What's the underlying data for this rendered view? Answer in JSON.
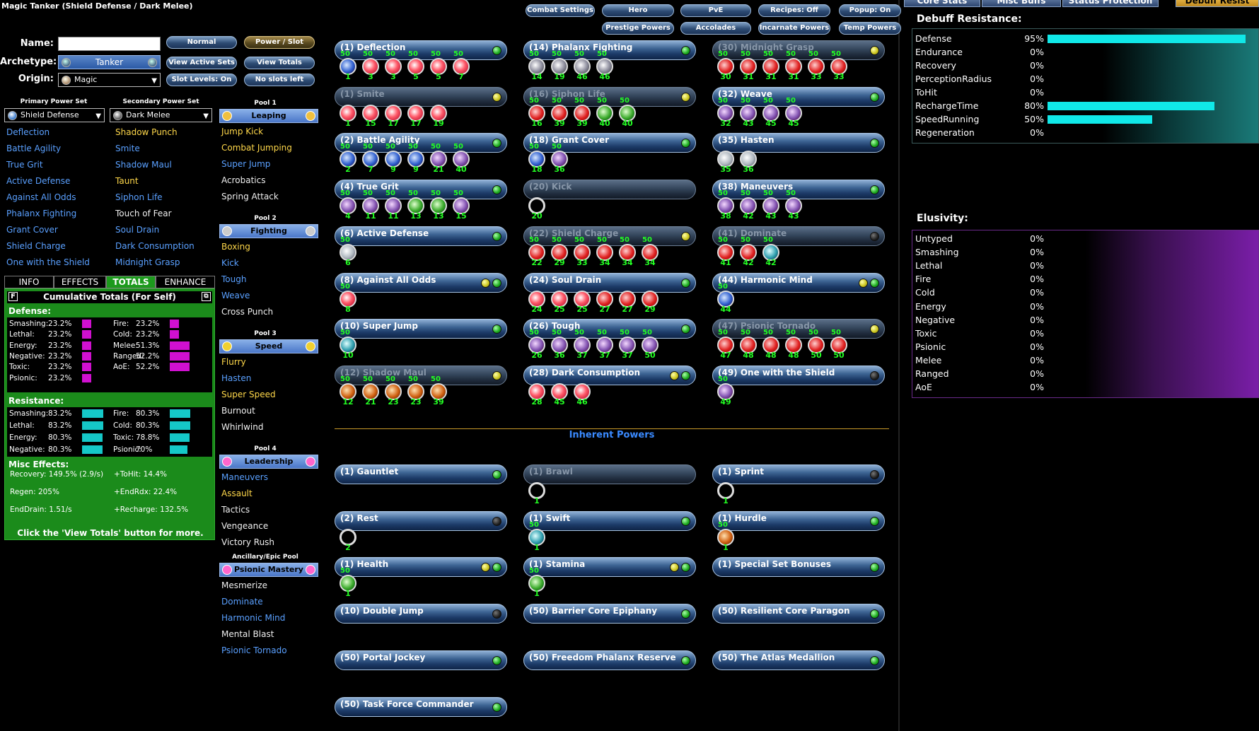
{
  "title": "Magic Tanker (Shield Defense / Dark Melee)",
  "top_buttons": [
    "Combat Settings",
    "Hero",
    "PvE",
    "Recipes: Off",
    "Popup: On",
    "Prestige Powers",
    "Accolades",
    "Incarnate Powers",
    "Temp Powers"
  ],
  "form": {
    "name_label": "Name:",
    "archetype_label": "Archetype:",
    "origin_label": "Origin:",
    "name_value": "",
    "archetype_value": "Tanker",
    "origin_value": "Magic",
    "buttons": [
      "Normal",
      "Power / Slot",
      "View Active Sets",
      "View Totals",
      "Slot Levels: On",
      "No slots left"
    ]
  },
  "primary": {
    "header": "Primary Power Set",
    "selected": "Shield Defense",
    "powers": [
      {
        "name": "Deflection",
        "color": "blue"
      },
      {
        "name": "Battle Agility",
        "color": "blue"
      },
      {
        "name": "True Grit",
        "color": "blue"
      },
      {
        "name": "Active Defense",
        "color": "blue"
      },
      {
        "name": "Against All Odds",
        "color": "blue"
      },
      {
        "name": "Phalanx Fighting",
        "color": "blue"
      },
      {
        "name": "Grant Cover",
        "color": "blue"
      },
      {
        "name": "Shield Charge",
        "color": "blue"
      },
      {
        "name": "One with the Shield",
        "color": "blue"
      }
    ]
  },
  "secondary": {
    "header": "Secondary Power Set",
    "selected": "Dark Melee",
    "powers": [
      {
        "name": "Shadow Punch",
        "color": "yellow"
      },
      {
        "name": "Smite",
        "color": "blue"
      },
      {
        "name": "Shadow Maul",
        "color": "blue"
      },
      {
        "name": "Taunt",
        "color": "yellow"
      },
      {
        "name": "Siphon Life",
        "color": "blue"
      },
      {
        "name": "Touch of Fear",
        "color": "white"
      },
      {
        "name": "Soul Drain",
        "color": "blue"
      },
      {
        "name": "Dark Consumption",
        "color": "blue"
      },
      {
        "name": "Midnight Grasp",
        "color": "blue"
      }
    ]
  },
  "pools": [
    {
      "label": "Pool 1",
      "name": "Leaping",
      "powers": [
        {
          "name": "Jump Kick",
          "color": "yellow"
        },
        {
          "name": "Combat Jumping",
          "color": "yellow"
        },
        {
          "name": "Super Jump",
          "color": "blue"
        },
        {
          "name": "Acrobatics",
          "color": "white"
        },
        {
          "name": "Spring Attack",
          "color": "white"
        }
      ]
    },
    {
      "label": "Pool 2",
      "name": "Fighting",
      "powers": [
        {
          "name": "Boxing",
          "color": "yellow"
        },
        {
          "name": "Kick",
          "color": "blue"
        },
        {
          "name": "Tough",
          "color": "blue"
        },
        {
          "name": "Weave",
          "color": "blue"
        },
        {
          "name": "Cross Punch",
          "color": "white"
        }
      ]
    },
    {
      "label": "Pool 3",
      "name": "Speed",
      "powers": [
        {
          "name": "Flurry",
          "color": "yellow"
        },
        {
          "name": "Hasten",
          "color": "blue"
        },
        {
          "name": "Super Speed",
          "color": "yellow"
        },
        {
          "name": "Burnout",
          "color": "white"
        },
        {
          "name": "Whirlwind",
          "color": "white"
        }
      ]
    },
    {
      "label": "Pool 4",
      "name": "Leadership",
      "powers": [
        {
          "name": "Maneuvers",
          "color": "blue"
        },
        {
          "name": "Assault",
          "color": "yellow"
        },
        {
          "name": "Tactics",
          "color": "white"
        },
        {
          "name": "Vengeance",
          "color": "white"
        },
        {
          "name": "Victory Rush",
          "color": "white"
        }
      ]
    },
    {
      "label": "Ancillary/Epic Pool",
      "name": "Psionic Mastery",
      "powers": [
        {
          "name": "Mesmerize",
          "color": "white"
        },
        {
          "name": "Dominate",
          "color": "blue"
        },
        {
          "name": "Harmonic Mind",
          "color": "blue"
        },
        {
          "name": "Mental Blast",
          "color": "white"
        },
        {
          "name": "Psionic Tornado",
          "color": "blue"
        }
      ]
    }
  ],
  "tabs": [
    "INFO",
    "EFFECTS",
    "TOTALS",
    "ENHANCE"
  ],
  "totals": {
    "header": "Cumulative Totals (For Self)",
    "f_btn": "F",
    "defense_title": "Defense:",
    "defense": [
      {
        "k": "Smashing:",
        "v": "23.2%",
        "f": 0.232
      },
      {
        "k": "Fire:",
        "v": "23.2%",
        "f": 0.232
      },
      {
        "k": "Lethal:",
        "v": "23.2%",
        "f": 0.232
      },
      {
        "k": "Cold:",
        "v": "23.2%",
        "f": 0.232
      },
      {
        "k": "Energy:",
        "v": "23.2%",
        "f": 0.232
      },
      {
        "k": "Melee:",
        "v": "51.3%",
        "f": 0.513
      },
      {
        "k": "Negative:",
        "v": "23.2%",
        "f": 0.232
      },
      {
        "k": "Ranged:",
        "v": "52.2%",
        "f": 0.522
      },
      {
        "k": "Toxic:",
        "v": "23.2%",
        "f": 0.232
      },
      {
        "k": "AoE:",
        "v": "52.2%",
        "f": 0.522
      },
      {
        "k": "Psionic:",
        "v": "23.2%",
        "f": 0.232
      }
    ],
    "resistance_title": "Resistance:",
    "resistance": [
      {
        "k": "Smashing:",
        "v": "83.2%",
        "f": 0.832
      },
      {
        "k": "Fire:",
        "v": "80.3%",
        "f": 0.803
      },
      {
        "k": "Lethal:",
        "v": "83.2%",
        "f": 0.832
      },
      {
        "k": "Cold:",
        "v": "80.3%",
        "f": 0.803
      },
      {
        "k": "Energy:",
        "v": "80.3%",
        "f": 0.803
      },
      {
        "k": "Toxic:",
        "v": "78.8%",
        "f": 0.788
      },
      {
        "k": "Negative:",
        "v": "80.3%",
        "f": 0.803
      },
      {
        "k": "Psionic:",
        "v": "70%",
        "f": 0.7
      }
    ],
    "misc_title": "Misc Effects:",
    "misc": [
      "Recovery: 149.5% (2.9/s)",
      "+ToHit: 14.4%",
      "Regen: 205%",
      "+EndRdx: 22.4%",
      "EndDrain: 1.51/s",
      "+Recharge: 132.5%"
    ],
    "footer": "Click the 'View Totals' button for more."
  },
  "powers_grid": [
    [
      {
        "name": "(1) Deflection",
        "leds": [
          "g"
        ],
        "slots": [
          [
            "1",
            "blue"
          ],
          [
            "3",
            "pink"
          ],
          [
            "3",
            "pink"
          ],
          [
            "5",
            "pink"
          ],
          [
            "5",
            "pink"
          ],
          [
            "7",
            "pink"
          ]
        ]
      },
      {
        "name": "(1) Smite",
        "dim": true,
        "leds": [
          "y"
        ],
        "slots": [
          [
            "1",
            "pink"
          ],
          [
            "15",
            "pink"
          ],
          [
            "17",
            "pink"
          ],
          [
            "17",
            "pink"
          ],
          [
            "19",
            "pink"
          ]
        ],
        "nolv": true
      },
      {
        "name": "(2) Battle Agility",
        "leds": [
          "g"
        ],
        "slots": [
          [
            "2",
            "blue"
          ],
          [
            "7",
            "blue"
          ],
          [
            "9",
            "blue"
          ],
          [
            "9",
            "blue"
          ],
          [
            "21",
            "purple"
          ],
          [
            "40",
            "purple"
          ]
        ]
      },
      {
        "name": "(4) True Grit",
        "leds": [
          "g"
        ],
        "slots": [
          [
            "4",
            "purple"
          ],
          [
            "11",
            "purple"
          ],
          [
            "11",
            "purple"
          ],
          [
            "13",
            "green"
          ],
          [
            "13",
            "green"
          ],
          [
            "15",
            "purple"
          ]
        ]
      },
      {
        "name": "(6) Active Defense",
        "leds": [
          "g"
        ],
        "slots": [
          [
            "6",
            "silver"
          ]
        ]
      },
      {
        "name": "(8) Against All Odds",
        "leds": [
          "y",
          "g"
        ],
        "slots": [
          [
            "8",
            "pink"
          ]
        ]
      },
      {
        "name": "(10) Super Jump",
        "leds": [
          "g"
        ],
        "slots": [
          [
            "10",
            "teal"
          ]
        ]
      },
      {
        "name": "(12) Shadow Maul",
        "dim": true,
        "leds": [
          "y"
        ],
        "slots": [
          [
            "12",
            "orange"
          ],
          [
            "21",
            "orange"
          ],
          [
            "23",
            "orange"
          ],
          [
            "23",
            "orange"
          ],
          [
            "39",
            "orange"
          ]
        ]
      }
    ],
    [
      {
        "name": "(14) Phalanx Fighting",
        "leds": [
          "g"
        ],
        "slots": [
          [
            "14",
            "gray"
          ],
          [
            "19",
            "gray"
          ],
          [
            "46",
            "gray"
          ],
          [
            "46",
            "gray"
          ]
        ]
      },
      {
        "name": "(16) Siphon Life",
        "dim": true,
        "leds": [
          "y"
        ],
        "slots": [
          [
            "16",
            "red"
          ],
          [
            "39",
            "red"
          ],
          [
            "39",
            "red"
          ],
          [
            "40",
            "green"
          ],
          [
            "40",
            "green"
          ]
        ]
      },
      {
        "name": "(18) Grant Cover",
        "leds": [
          "g"
        ],
        "slots": [
          [
            "18",
            "blue"
          ],
          [
            "36",
            "purple"
          ]
        ]
      },
      {
        "name": "(20) Kick",
        "dim": true,
        "leds": [],
        "slots": [
          [
            "20",
            "ring"
          ]
        ],
        "nolv": true
      },
      {
        "name": "(22) Shield Charge",
        "dim": true,
        "leds": [
          "y"
        ],
        "slots": [
          [
            "22",
            "red"
          ],
          [
            "29",
            "red"
          ],
          [
            "33",
            "red"
          ],
          [
            "34",
            "red"
          ],
          [
            "34",
            "red"
          ],
          [
            "34",
            "red"
          ]
        ]
      },
      {
        "name": "(24) Soul Drain",
        "leds": [
          "g"
        ],
        "slots": [
          [
            "24",
            "pink"
          ],
          [
            "25",
            "pink"
          ],
          [
            "25",
            "pink"
          ],
          [
            "27",
            "red"
          ],
          [
            "27",
            "red"
          ],
          [
            "29",
            "red"
          ]
        ],
        "nolv": true
      },
      {
        "name": "(26) Tough",
        "leds": [
          "g"
        ],
        "slots": [
          [
            "26",
            "purple"
          ],
          [
            "36",
            "purple"
          ],
          [
            "37",
            "purple"
          ],
          [
            "37",
            "purple"
          ],
          [
            "37",
            "purple"
          ],
          [
            "50",
            "purple"
          ]
        ]
      },
      {
        "name": "(28) Dark Consumption",
        "leds": [
          "y",
          "g"
        ],
        "slots": [
          [
            "28",
            "pink"
          ],
          [
            "45",
            "pink"
          ],
          [
            "46",
            "pink"
          ]
        ],
        "nolv": true
      }
    ],
    [
      {
        "name": "(30) Midnight Grasp",
        "dim": true,
        "leds": [
          "y"
        ],
        "slots": [
          [
            "30",
            "red"
          ],
          [
            "31",
            "red"
          ],
          [
            "31",
            "red"
          ],
          [
            "31",
            "red"
          ],
          [
            "33",
            "red"
          ],
          [
            "33",
            "red"
          ]
        ]
      },
      {
        "name": "(32) Weave",
        "leds": [
          "g"
        ],
        "slots": [
          [
            "32",
            "purple"
          ],
          [
            "43",
            "purple"
          ],
          [
            "45",
            "purple"
          ],
          [
            "45",
            "purple"
          ]
        ]
      },
      {
        "name": "(35) Hasten",
        "leds": [
          "g"
        ],
        "slots": [
          [
            "35",
            "silver"
          ],
          [
            "36",
            "silver"
          ]
        ],
        "nolv": true
      },
      {
        "name": "(38) Maneuvers",
        "leds": [
          "g"
        ],
        "slots": [
          [
            "38",
            "purple"
          ],
          [
            "42",
            "purple"
          ],
          [
            "43",
            "purple"
          ],
          [
            "43",
            "purple"
          ]
        ]
      },
      {
        "name": "(41) Dominate",
        "dim": true,
        "leds": [
          "k"
        ],
        "slots": [
          [
            "41",
            "red"
          ],
          [
            "42",
            "red"
          ],
          [
            "42",
            "teal"
          ]
        ]
      },
      {
        "name": "(44) Harmonic Mind",
        "leds": [
          "y",
          "g"
        ],
        "slots": [
          [
            "44",
            "blue"
          ]
        ]
      },
      {
        "name": "(47) Psionic Tornado",
        "dim": true,
        "leds": [
          "y"
        ],
        "slots": [
          [
            "47",
            "red"
          ],
          [
            "48",
            "red"
          ],
          [
            "48",
            "red"
          ],
          [
            "48",
            "red"
          ],
          [
            "50",
            "red"
          ],
          [
            "50",
            "red"
          ]
        ]
      },
      {
        "name": "(49) One with the Shield",
        "leds": [
          "k"
        ],
        "slots": [
          [
            "49",
            "purple"
          ]
        ]
      }
    ]
  ],
  "inherent_title": "Inherent Powers",
  "inherent_grid": [
    [
      {
        "name": "(1) Gauntlet",
        "leds": [
          "g"
        ],
        "slots": []
      },
      {
        "name": "(2) Rest",
        "leds": [
          "k"
        ],
        "slots": [
          [
            "2",
            "ring"
          ]
        ],
        "nolv": true
      },
      {
        "name": "(1) Health",
        "leds": [
          "y",
          "g"
        ],
        "slots": [
          [
            "1",
            "green"
          ]
        ]
      },
      {
        "name": "(10) Double Jump",
        "leds": [
          "k"
        ],
        "slots": []
      },
      {
        "name": "(50) Portal Jockey",
        "leds": [
          "g"
        ],
        "slots": []
      },
      {
        "name": "(50) Task Force Commander",
        "leds": [
          "g"
        ],
        "slots": []
      }
    ],
    [
      {
        "name": "(1) Brawl",
        "dim": true,
        "leds": [],
        "slots": [
          [
            "1",
            "ring"
          ]
        ],
        "nolv": true
      },
      {
        "name": "(1) Swift",
        "leds": [
          "g"
        ],
        "slots": [
          [
            "1",
            "teal"
          ]
        ]
      },
      {
        "name": "(1) Stamina",
        "leds": [
          "y",
          "g"
        ],
        "slots": [
          [
            "1",
            "green"
          ]
        ]
      },
      {
        "name": "(50) Barrier Core Epiphany",
        "leds": [
          "g"
        ],
        "slots": []
      },
      {
        "name": "(50) Freedom Phalanx Reserve",
        "leds": [
          "g"
        ],
        "slots": []
      }
    ],
    [
      {
        "name": "(1) Sprint",
        "leds": [
          "k"
        ],
        "slots": [
          [
            "1",
            "ring"
          ]
        ],
        "nolv": true
      },
      {
        "name": "(1) Hurdle",
        "leds": [
          "g"
        ],
        "slots": [
          [
            "1",
            "orange"
          ]
        ]
      },
      {
        "name": "(1) Special Set Bonuses",
        "leds": [
          "g"
        ],
        "slots": []
      },
      {
        "name": "(50) Resilient Core Paragon",
        "leds": [
          "g"
        ],
        "slots": []
      },
      {
        "name": "(50) The Atlas Medallion",
        "leds": [
          "g"
        ],
        "slots": []
      }
    ]
  ],
  "right_tabs": [
    "Core Stats",
    "Misc Buffs",
    "Status Protection",
    "Debuff Resist"
  ],
  "debuff": {
    "title": "Debuff Resistance:",
    "rows": [
      {
        "k": "Defense",
        "v": "95%",
        "f": 0.95
      },
      {
        "k": "Endurance",
        "v": "0%",
        "f": 0
      },
      {
        "k": "Recovery",
        "v": "0%",
        "f": 0
      },
      {
        "k": "PerceptionRadius",
        "v": "0%",
        "f": 0
      },
      {
        "k": "ToHit",
        "v": "0%",
        "f": 0
      },
      {
        "k": "RechargeTime",
        "v": "80%",
        "f": 0.8
      },
      {
        "k": "SpeedRunning",
        "v": "50%",
        "f": 0.5
      },
      {
        "k": "Regeneration",
        "v": "0%",
        "f": 0
      }
    ]
  },
  "elusivity": {
    "title": "Elusivity:",
    "rows": [
      {
        "k": "Untyped",
        "v": "0%"
      },
      {
        "k": "Smashing",
        "v": "0%"
      },
      {
        "k": "Lethal",
        "v": "0%"
      },
      {
        "k": "Fire",
        "v": "0%"
      },
      {
        "k": "Cold",
        "v": "0%"
      },
      {
        "k": "Energy",
        "v": "0%"
      },
      {
        "k": "Negative",
        "v": "0%"
      },
      {
        "k": "Toxic",
        "v": "0%"
      },
      {
        "k": "Psionic",
        "v": "0%"
      },
      {
        "k": "Melee",
        "v": "0%"
      },
      {
        "k": "Ranged",
        "v": "0%"
      },
      {
        "k": "AoE",
        "v": "0%"
      }
    ]
  }
}
